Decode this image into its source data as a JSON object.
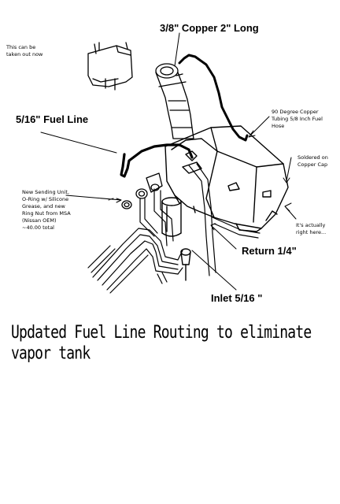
{
  "labels": {
    "copper_top": "3/8\" Copper 2\" Long",
    "fuel_line": "5/16\" Fuel Line",
    "return_line": "Return 1/4\"",
    "inlet_line": "Inlet 5/16 \"",
    "removed_tank_note": [
      "This can be",
      "taken out now"
    ],
    "copper_tubing_note": [
      "90 Degree Copper",
      "Tubing  5/8 Inch Fuel",
      "Hose"
    ],
    "soldered_note": [
      "Soldered on",
      "Copper Cap"
    ],
    "right_here_note": [
      "It's actually",
      "right here..."
    ],
    "sending_unit_note": [
      "New Sending Unit,",
      "O-Ring w/ Silicone",
      "Grease, and new",
      "Ring Nut from MSA",
      "(Nissan OEM)",
      "~40.00 total"
    ]
  },
  "caption": "Updated Fuel Line Routing to eliminate vapor tank",
  "colors": {
    "line": "#000000",
    "background": "#ffffff"
  }
}
